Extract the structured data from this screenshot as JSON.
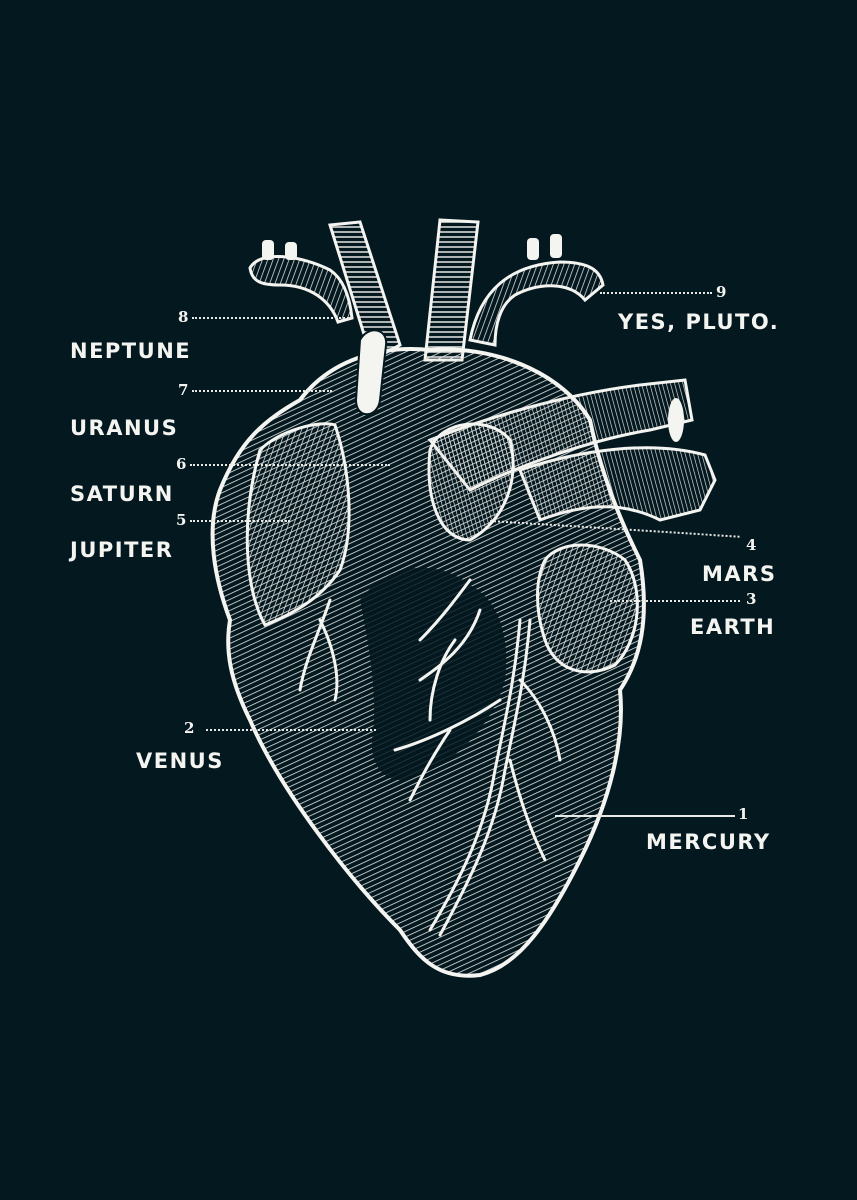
{
  "poster": {
    "background_color": "#041820",
    "ink_color": "#f4f4f0",
    "subject": "Anatomical heart engraving labeled with planets"
  },
  "labels": [
    {
      "number": "1",
      "name": "MERCURY"
    },
    {
      "number": "2",
      "name": "VENUS"
    },
    {
      "number": "3",
      "name": "EARTH"
    },
    {
      "number": "4",
      "name": "MARS"
    },
    {
      "number": "5",
      "name": "JUPITER"
    },
    {
      "number": "6",
      "name": "SATURN"
    },
    {
      "number": "7",
      "name": "URANUS"
    },
    {
      "number": "8",
      "name": "NEPTUNE"
    },
    {
      "number": "9",
      "name": "YES, PLUTO."
    }
  ]
}
